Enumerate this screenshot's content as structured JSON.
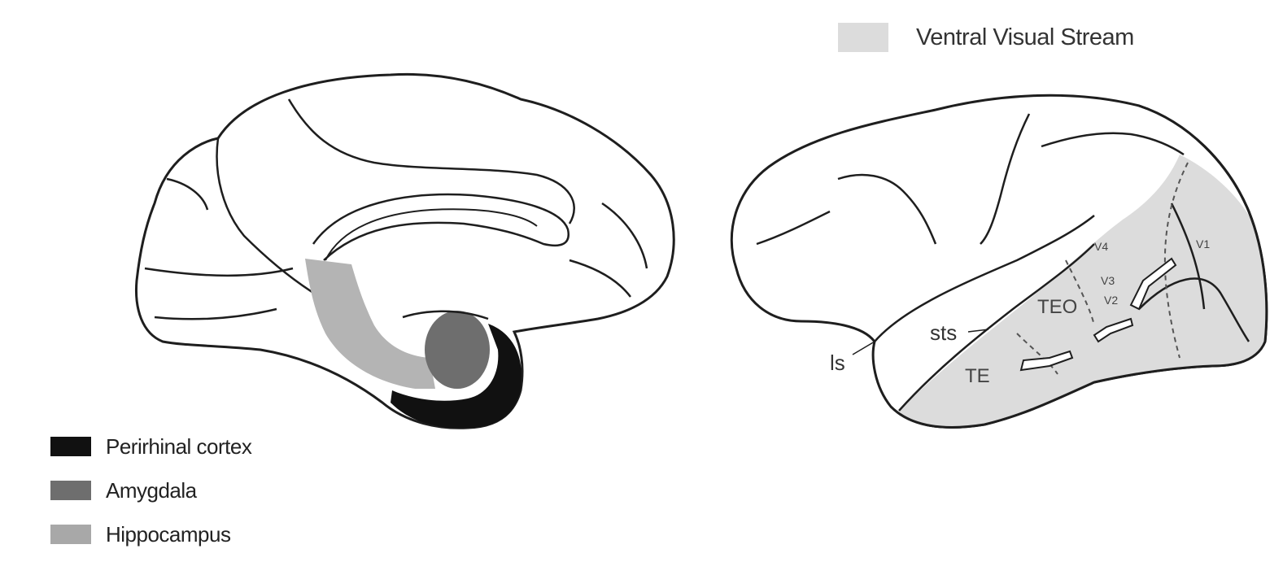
{
  "colors": {
    "perirhinal": "#111111",
    "amygdala": "#6e6e6e",
    "hippocampus": "#b4b4b4",
    "ventral_stream": "#dcdcdc",
    "outline": "#1e1e1e"
  },
  "legend": [
    {
      "label": "Perirhinal cortex",
      "color_key": "perirhinal"
    },
    {
      "label": "Amygdala",
      "color_key": "amygdala"
    },
    {
      "label": "Hippocampus",
      "color_key": "hippocampus"
    }
  ],
  "ventral_legend": {
    "label": "Ventral Visual Stream",
    "color_key": "ventral_stream"
  },
  "lateral_labels": {
    "ls": "ls",
    "sts": "sts",
    "te": "TE",
    "teo": "TEO",
    "v4": "V4",
    "v3": "V3",
    "v2": "V2",
    "v1": "V1"
  }
}
